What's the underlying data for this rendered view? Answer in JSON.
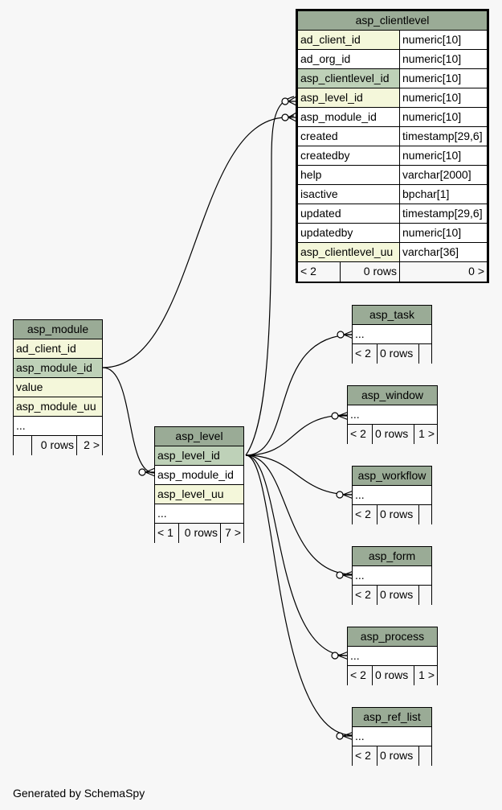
{
  "footer": "Generated by SchemaSpy",
  "tables": {
    "asp_clientlevel": {
      "name": "asp_clientlevel",
      "columns": [
        {
          "name": "ad_client_id",
          "type": "numeric[10]"
        },
        {
          "name": "ad_org_id",
          "type": "numeric[10]"
        },
        {
          "name": "asp_clientlevel_id",
          "type": "numeric[10]"
        },
        {
          "name": "asp_level_id",
          "type": "numeric[10]"
        },
        {
          "name": "asp_module_id",
          "type": "numeric[10]"
        },
        {
          "name": "created",
          "type": "timestamp[29,6]"
        },
        {
          "name": "createdby",
          "type": "numeric[10]"
        },
        {
          "name": "help",
          "type": "varchar[2000]"
        },
        {
          "name": "isactive",
          "type": "bpchar[1]"
        },
        {
          "name": "updated",
          "type": "timestamp[29,6]"
        },
        {
          "name": "updatedby",
          "type": "numeric[10]"
        },
        {
          "name": "asp_clientlevel_uu",
          "type": "varchar[36]"
        }
      ],
      "footer": {
        "parents": "< 2",
        "rows": "0 rows",
        "children": "0 >"
      }
    },
    "asp_module": {
      "name": "asp_module",
      "columns": [
        "ad_client_id",
        "asp_module_id",
        "value",
        "asp_module_uu",
        "..."
      ],
      "footer": {
        "parents": "",
        "rows": "0 rows",
        "children": "2 >"
      }
    },
    "asp_level": {
      "name": "asp_level",
      "columns": [
        "asp_level_id",
        "asp_module_id",
        "asp_level_uu",
        "..."
      ],
      "footer": {
        "parents": "< 1",
        "rows": "0 rows",
        "children": "7 >"
      }
    },
    "asp_task": {
      "name": "asp_task",
      "columns": [
        "..."
      ],
      "footer": {
        "parents": "< 2",
        "rows": "0 rows",
        "children": ""
      }
    },
    "asp_window": {
      "name": "asp_window",
      "columns": [
        "..."
      ],
      "footer": {
        "parents": "< 2",
        "rows": "0 rows",
        "children": "1 >"
      }
    },
    "asp_workflow": {
      "name": "asp_workflow",
      "columns": [
        "..."
      ],
      "footer": {
        "parents": "< 2",
        "rows": "0 rows",
        "children": ""
      }
    },
    "asp_form": {
      "name": "asp_form",
      "columns": [
        "..."
      ],
      "footer": {
        "parents": "< 2",
        "rows": "0 rows",
        "children": ""
      }
    },
    "asp_process": {
      "name": "asp_process",
      "columns": [
        "..."
      ],
      "footer": {
        "parents": "< 2",
        "rows": "0 rows",
        "children": "1 >"
      }
    },
    "asp_ref_list": {
      "name": "asp_ref_list",
      "columns": [
        "..."
      ],
      "footer": {
        "parents": "< 2",
        "rows": "0 rows",
        "children": ""
      }
    }
  },
  "relationships": [
    {
      "from": "asp_level.asp_level_id",
      "to": "asp_clientlevel.asp_level_id"
    },
    {
      "from": "asp_module.asp_module_id",
      "to": "asp_clientlevel.asp_module_id"
    },
    {
      "from": "asp_module.asp_module_id",
      "to": "asp_level.asp_module_id"
    },
    {
      "from": "asp_level.asp_level_id",
      "to": "asp_task"
    },
    {
      "from": "asp_level.asp_level_id",
      "to": "asp_window"
    },
    {
      "from": "asp_level.asp_level_id",
      "to": "asp_workflow"
    },
    {
      "from": "asp_level.asp_level_id",
      "to": "asp_form"
    },
    {
      "from": "asp_level.asp_level_id",
      "to": "asp_process"
    },
    {
      "from": "asp_level.asp_level_id",
      "to": "asp_ref_list"
    }
  ]
}
